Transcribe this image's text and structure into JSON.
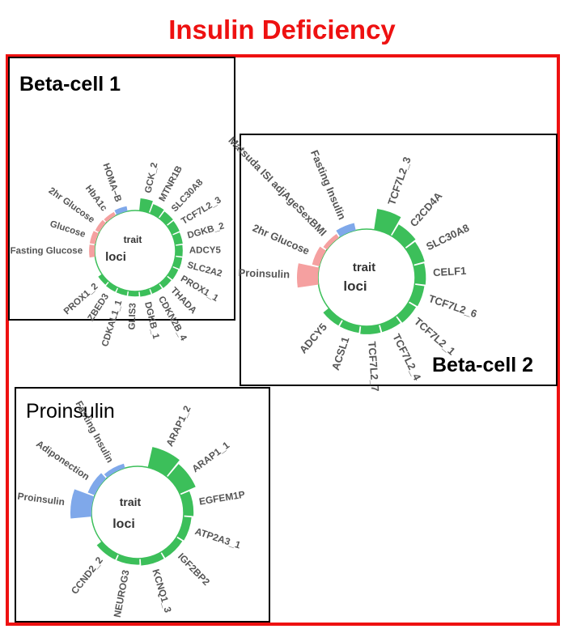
{
  "title": "Insulin Deficiency",
  "colors": {
    "title": "#ee1111",
    "loci": "#3cbf5a",
    "trait_pink": "#f5a0a0",
    "trait_blue": "#7fa8ea",
    "label": "#555555"
  },
  "panels": [
    {
      "title": "Beta-cell 1",
      "center_labels": {
        "trait": "trait",
        "loci": "loci"
      },
      "traits": [
        {
          "label": "Fasting Glucose",
          "color": "#f5a0a0",
          "weight": 0.35
        },
        {
          "label": "Glucose",
          "color": "#f5a0a0",
          "weight": 0.35
        },
        {
          "label": "2hr Glucose",
          "color": "#f5a0a0",
          "weight": 0.25
        },
        {
          "label": "HbA1c",
          "color": "#f5a0a0",
          "weight": 0.2
        },
        {
          "label": "HOMA–B",
          "color": "#7fa8ea",
          "weight": 0.3
        }
      ],
      "loci": [
        {
          "label": "GCK_2",
          "weight": 0.95
        },
        {
          "label": "MTNR1B",
          "weight": 0.7
        },
        {
          "label": "SLC30A8",
          "weight": 0.6
        },
        {
          "label": "TCF7L2_3",
          "weight": 0.55
        },
        {
          "label": "DGKB_2",
          "weight": 0.5
        },
        {
          "label": "ADCY5",
          "weight": 0.45
        },
        {
          "label": "SLC2A2",
          "weight": 0.45
        },
        {
          "label": "PROX1_1",
          "weight": 0.4
        },
        {
          "label": "THADA",
          "weight": 0.35
        },
        {
          "label": "CDKN2B_4",
          "weight": 0.3
        },
        {
          "label": "DGKB_1",
          "weight": 0.3
        },
        {
          "label": "GLIS3",
          "weight": 0.25
        },
        {
          "label": "CDKAL1_1",
          "weight": 0.25
        },
        {
          "label": "ZBED3",
          "weight": 0.25
        },
        {
          "label": "PROX1_2",
          "weight": 0.2
        }
      ]
    },
    {
      "title": "Beta-cell 2",
      "center_labels": {
        "trait": "trait",
        "loci": "loci"
      },
      "traits": [
        {
          "label": "Proinsulin",
          "color": "#f5a0a0",
          "weight": 1.0
        },
        {
          "label": "2hr Glucose",
          "color": "#f5a0a0",
          "weight": 0.3
        },
        {
          "label": "Matsuda ISI adjAgeSexBMI",
          "color": "#f5a0a0",
          "weight": 0.15
        },
        {
          "label": "Fasting Insulin",
          "color": "#7fa8ea",
          "weight": 0.3
        }
      ],
      "loci": [
        {
          "label": "TCF7L2_3",
          "weight": 1.0
        },
        {
          "label": "C2CD4A",
          "weight": 0.6
        },
        {
          "label": "SLC30A8",
          "weight": 0.5
        },
        {
          "label": "CELF1",
          "weight": 0.45
        },
        {
          "label": "TCF7L2_6",
          "weight": 0.4
        },
        {
          "label": "TCF7L2_1",
          "weight": 0.35
        },
        {
          "label": "TCF7L2_4",
          "weight": 0.3
        },
        {
          "label": "TCF7L2_7",
          "weight": 0.3
        },
        {
          "label": "ACSL1",
          "weight": 0.25
        },
        {
          "label": "ADCY5",
          "weight": 0.25
        }
      ]
    },
    {
      "title": "Proinsulin",
      "center_labels": {
        "trait": "trait",
        "loci": "loci"
      },
      "traits": [
        {
          "label": "Proinsulin",
          "color": "#7fa8ea",
          "weight": 1.0
        },
        {
          "label": "Adiponection",
          "color": "#7fa8ea",
          "weight": 0.3
        },
        {
          "label": "Fasting Insulin",
          "color": "#7fa8ea",
          "weight": 0.15
        }
      ],
      "loci": [
        {
          "label": "ARAP1_2",
          "weight": 1.0
        },
        {
          "label": "ARAP1_1",
          "weight": 0.8
        },
        {
          "label": "EGFEM1P",
          "weight": 0.4
        },
        {
          "label": "ATP2A3_1",
          "weight": 0.3
        },
        {
          "label": "IGF2BP2",
          "weight": 0.25
        },
        {
          "label": "KCNQ1_3",
          "weight": 0.25
        },
        {
          "label": "NEUROG3",
          "weight": 0.2
        },
        {
          "label": "CCND2_2",
          "weight": 0.2
        }
      ]
    }
  ]
}
